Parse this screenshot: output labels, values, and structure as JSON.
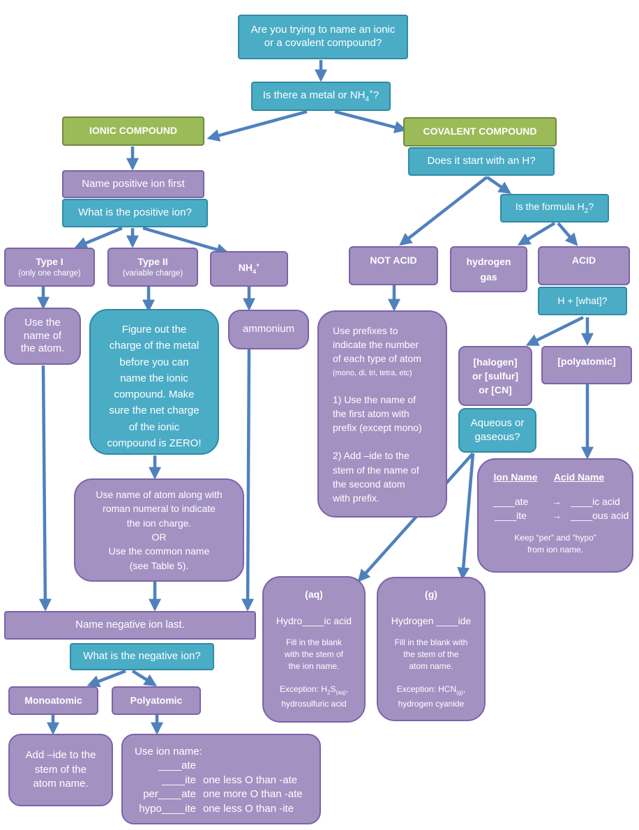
{
  "colors": {
    "teal": "#4bacc6",
    "purple": "#a391c2",
    "green": "#9bbb59",
    "arrow": "#4f81bd"
  },
  "start": {
    "line1": "Are you trying to name an ionic",
    "line2": "or a covalent compound?"
  },
  "metal_q": {
    "text": "Is there a metal or NH",
    "sub": "4",
    "sup": "+",
    "tail": "?"
  },
  "ionic": {
    "title": "IONIC COMPOUND",
    "positive_first": "Name positive ion first",
    "positive_q": "What is the positive ion?",
    "type1": {
      "title": "Type I",
      "note": "(only one charge)",
      "action": [
        "Use the",
        "name of",
        "the atom."
      ]
    },
    "type2": {
      "title": "Type II",
      "note": "(variable charge)",
      "figure": [
        "Figure out the",
        "charge of the metal",
        "before you can",
        "name the ionic",
        "compound.  Make",
        "sure the net charge",
        "of the ionic",
        "compound is ZERO!"
      ],
      "use_name": [
        "Use name of atom along with",
        "roman numeral to indicate",
        "the ion charge.",
        "OR",
        "Use the common name",
        "(see Table 5)."
      ]
    },
    "nh4": {
      "title": "NH",
      "sub": "4",
      "sup": "+",
      "action": "ammonium"
    },
    "negative_last": "Name negative ion last.",
    "negative_q": "What is the negative ion?",
    "monoatomic": {
      "title": "Monoatomic",
      "action": [
        "Add –ide to the",
        "stem of the",
        "atom name."
      ]
    },
    "polyatomic": {
      "title": "Polyatomic",
      "heading": "Use ion name:",
      "rows": [
        {
          "left": "____ate",
          "right": ""
        },
        {
          "left": "____ite",
          "right": "one less O than -ate"
        },
        {
          "left": "per____ate",
          "right": "one more O than -ate"
        },
        {
          "left": "hypo____ite",
          "right": "one less O than -ite"
        }
      ]
    }
  },
  "covalent": {
    "title": "COVALENT COMPOUND",
    "h_q": "Does it start with an H?",
    "h2_q": {
      "text": "Is the formula H",
      "sub": "2",
      "tail": "?"
    },
    "not_acid": {
      "title": "NOT ACID",
      "p1": [
        "Use prefixes to",
        "indicate the number",
        "of each type of atom"
      ],
      "p1_note": "(mono, di, tri, tetra, etc)",
      "p2": [
        "1) Use the name of",
        "the first atom with",
        "prefix (except mono)"
      ],
      "p3": [
        "2) Add –ide to the",
        "stem of the name of",
        "the second atom",
        "with prefix."
      ]
    },
    "hydrogen_gas": [
      "hydrogen",
      "gas"
    ],
    "acid": {
      "title": "ACID",
      "what_q": "H + [what]?",
      "halogen": [
        "[halogen]",
        "or [sulfur]",
        "or [CN]"
      ],
      "polyatomic": "[polyatomic]",
      "aq_q": [
        "Aqueous or",
        "gaseous?"
      ],
      "ion_table": {
        "col1": "Ion Name",
        "col2": "Acid Name",
        "rows": [
          {
            "ion": "____ate",
            "arrow": "→",
            "acid": "____ic acid"
          },
          {
            "ion": "____ite",
            "arrow": "→",
            "acid": "____ous acid"
          }
        ],
        "note": [
          "Keep “per” and “hypo”",
          "from ion name."
        ]
      },
      "aq": {
        "title": "(aq)",
        "name": "Hydro____ic acid",
        "fill": [
          "Fill in the blank",
          "with the stem of",
          "the ion name."
        ],
        "exception_pre": "Exception: H",
        "exception_sub1": "2",
        "exception_mid": "S",
        "exception_sub2": "(aq)",
        "exception_post": ",",
        "exception_name": "hydrosulfuric acid"
      },
      "g": {
        "title": "(g)",
        "name": "Hydrogen ____ide",
        "fill": [
          "Fill in the blank with",
          "the stem of the",
          "atom name."
        ],
        "exception_pre": "Exception: HCN",
        "exception_sub": "(g)",
        "exception_post": ",",
        "exception_name": "hydrogen cyanide"
      }
    }
  }
}
